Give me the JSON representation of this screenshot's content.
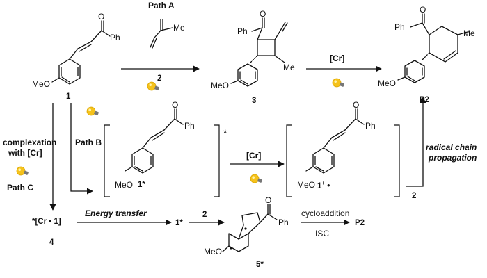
{
  "paths": {
    "a": "Path A",
    "b": "Path B",
    "c": "Path C"
  },
  "compounds": {
    "c1": "1",
    "c3": "3",
    "c4": "4",
    "cP2": "P2",
    "c1star": "1*",
    "c1radical": "1",
    "c5": "5*",
    "cr_complex": "*[Cr • 1]"
  },
  "reagents": {
    "diene": "2",
    "chromium": "[Cr]"
  },
  "substituents": {
    "ph": "Ph",
    "me": "Me",
    "meo": "MeO",
    "o": "O"
  },
  "labels": {
    "complexation_line1": "complexation",
    "complexation_line2": "with [Cr]",
    "energy_transfer": "Energy transfer",
    "radical_chain_line1": "radical chain",
    "radical_chain_line2": "propagation",
    "cycloaddition": "cycloaddition",
    "isc": "ISC",
    "star": "*",
    "product_bottom": "P2"
  },
  "icons": [
    "light-bulb-icon"
  ]
}
